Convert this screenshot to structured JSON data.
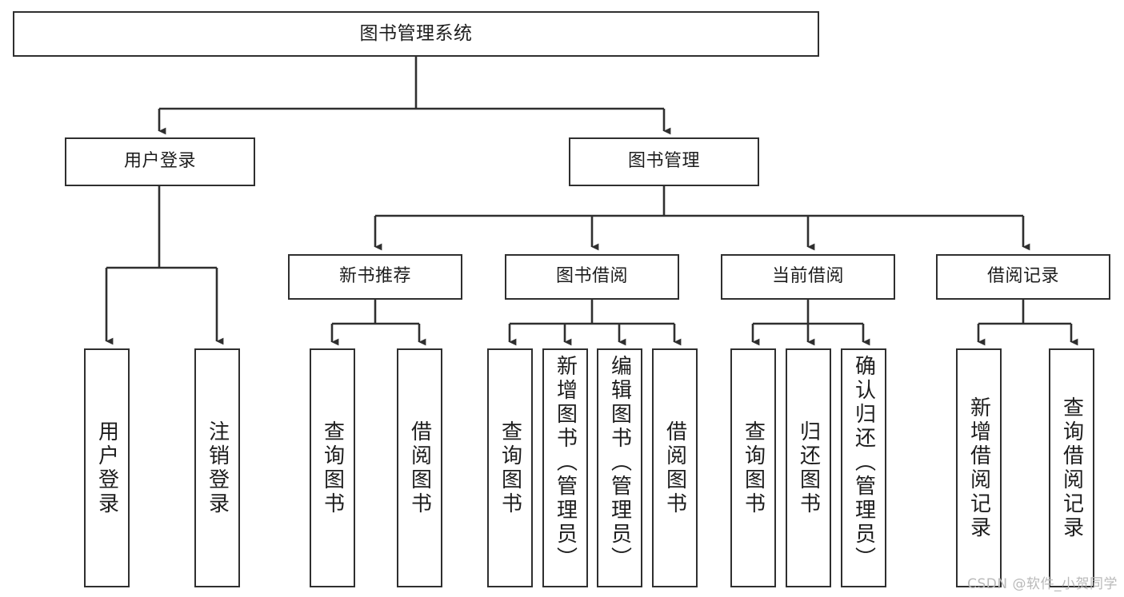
{
  "diagram": {
    "title": "图书管理系统",
    "type": "tree",
    "watermark": "CSDN @软件_小贺同学",
    "colors": {
      "background": "#ffffff",
      "border": "#2f2f2f",
      "edge": "#2f2f2f",
      "text": "#1d1d1d",
      "watermark": "#b9b9b9"
    },
    "levels": {
      "root": {
        "label": "图书管理系统"
      },
      "level2": [
        {
          "id": "user-login",
          "label": "用户登录"
        },
        {
          "id": "book-manage",
          "label": "图书管理"
        }
      ],
      "level3": [
        {
          "id": "new-book-rec",
          "label": "新书推荐",
          "parent": "book-manage"
        },
        {
          "id": "book-borrow",
          "label": "图书借阅",
          "parent": "book-manage"
        },
        {
          "id": "current-borrow",
          "label": "当前借阅",
          "parent": "book-manage"
        },
        {
          "id": "borrow-record",
          "label": "借阅记录",
          "parent": "book-manage"
        }
      ],
      "leaves": [
        {
          "id": "leaf-user-login",
          "label": "用户登录",
          "parent": "user-login"
        },
        {
          "id": "leaf-logout",
          "label": "注销登录",
          "parent": "user-login"
        },
        {
          "id": "leaf-query-book-1",
          "label": "查询图书",
          "parent": "new-book-rec"
        },
        {
          "id": "leaf-borrow-book-1",
          "label": "借阅图书",
          "parent": "new-book-rec"
        },
        {
          "id": "leaf-query-book-2",
          "label": "查询图书",
          "parent": "book-borrow"
        },
        {
          "id": "leaf-add-book",
          "label": "新增图书（管理员）",
          "parent": "book-borrow"
        },
        {
          "id": "leaf-edit-book",
          "label": "编辑图书（管理员）",
          "parent": "book-borrow"
        },
        {
          "id": "leaf-borrow-book-2",
          "label": "借阅图书",
          "parent": "book-borrow"
        },
        {
          "id": "leaf-query-book-3",
          "label": "查询图书",
          "parent": "current-borrow"
        },
        {
          "id": "leaf-return-book",
          "label": "归还图书",
          "parent": "current-borrow"
        },
        {
          "id": "leaf-confirm-return",
          "label": "确认归还（管理员）",
          "parent": "current-borrow"
        },
        {
          "id": "leaf-add-record",
          "label": "新增借阅记录",
          "parent": "borrow-record"
        },
        {
          "id": "leaf-query-record",
          "label": "查询借阅记录",
          "parent": "borrow-record"
        }
      ]
    }
  }
}
